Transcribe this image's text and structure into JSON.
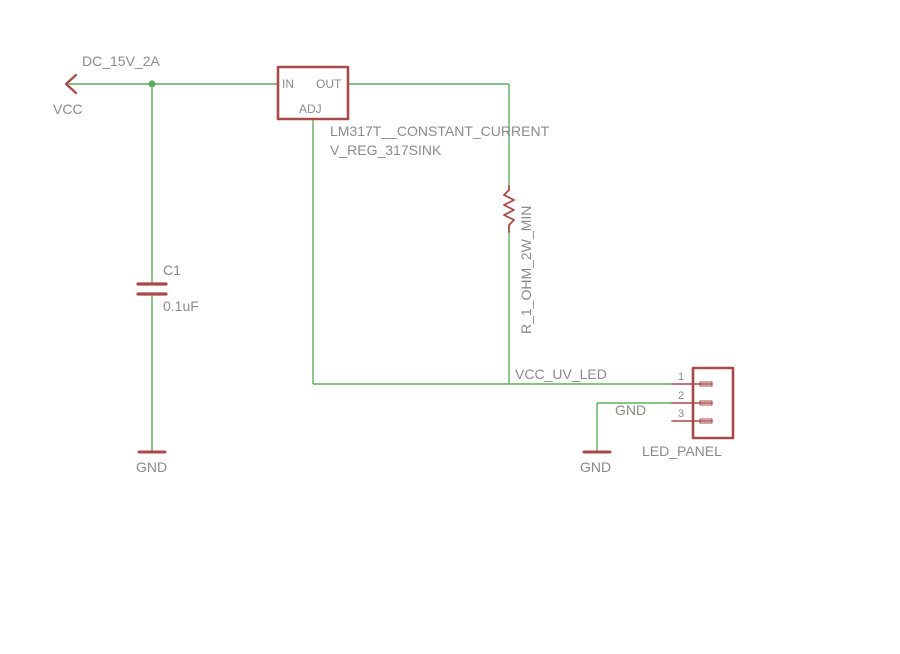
{
  "power": {
    "vcc_name": "VCC",
    "vcc_value": "DC_15V_2A",
    "gnd_left": "GND",
    "gnd_right": "GND"
  },
  "regulator": {
    "pin_in": "IN",
    "pin_out": "OUT",
    "pin_adj": "ADJ",
    "name": "LM317T__CONSTANT_CURRENT",
    "value": "V_REG_317SINK"
  },
  "capacitor": {
    "name": "C1",
    "value": "0.1uF"
  },
  "resistor": {
    "label": "R_1_OHM_2W_MIN"
  },
  "connector": {
    "name": "LED_PANEL",
    "pins": [
      "1",
      "2",
      "3"
    ]
  },
  "nets": {
    "led_net": "VCC_UV_LED",
    "gnd_net": "GND"
  },
  "colors": {
    "wire": "#5fad5f",
    "part": "#a84a4a",
    "label": "#8a8a8a"
  }
}
